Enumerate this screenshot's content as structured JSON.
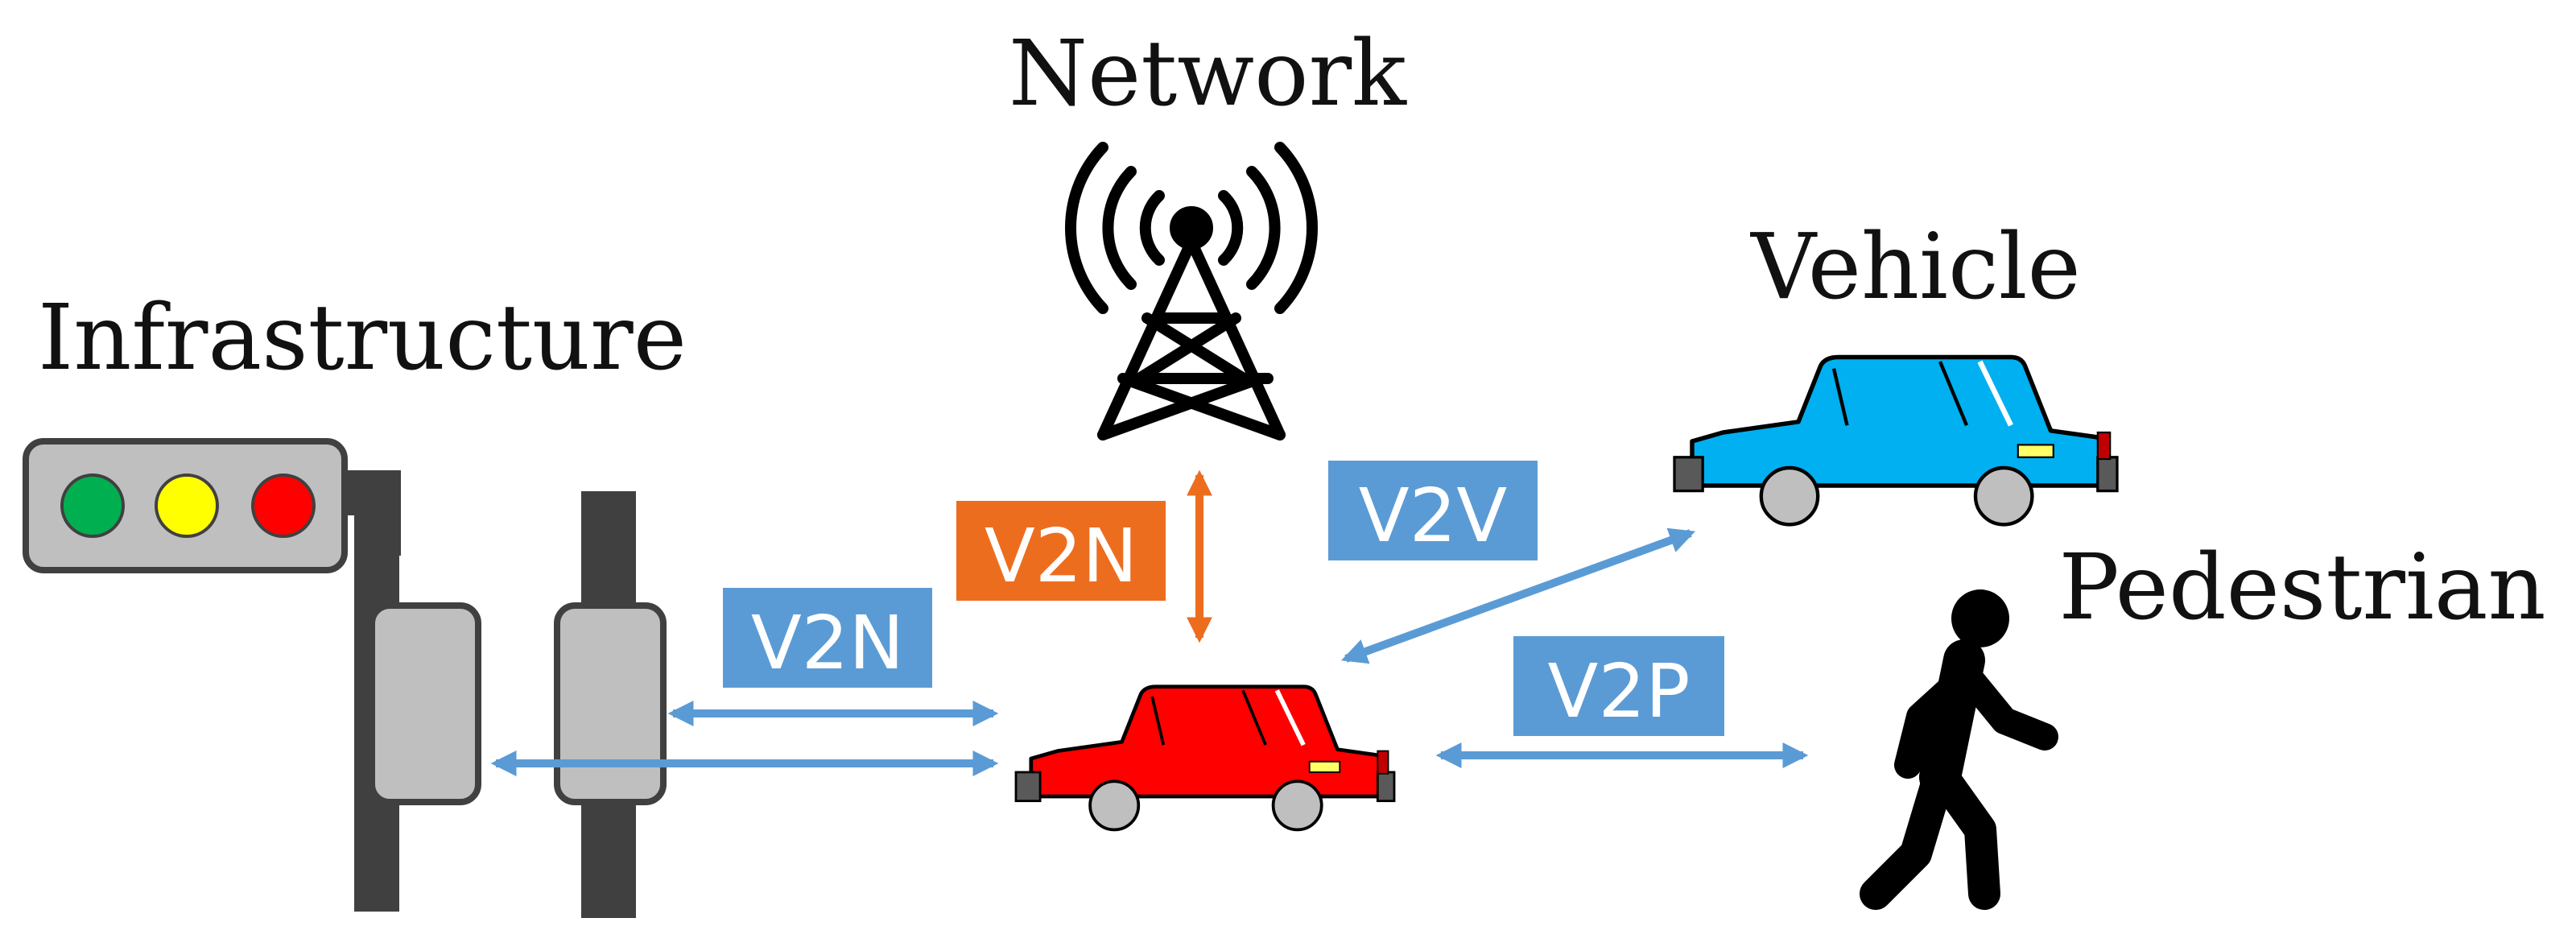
{
  "headings": {
    "network": "Network",
    "infrastructure": "Infrastructure",
    "vehicle": "Vehicle",
    "pedestrian": "Pedestrian"
  },
  "links": {
    "v2n_network": "V2N",
    "v2v": "V2V",
    "v2n_infrastructure": "V2N",
    "v2p": "V2P"
  },
  "icons": {
    "tower": "cell-tower-icon",
    "traffic_light": "traffic-light-icon",
    "roadside_unit": "roadside-unit-icon",
    "remote_vehicle": "blue-car-icon",
    "ego_vehicle": "red-car-icon",
    "pedestrian": "walking-person-icon"
  },
  "colors": {
    "infrastructure_link": "#5b9bd5",
    "network_link": "#ed6d1f",
    "ego_vehicle": "#ff0000",
    "remote_vehicle": "#00b0f0",
    "light_green": "#00b050",
    "light_yellow": "#ffff00",
    "light_red": "#ff0000",
    "pole": "#404040",
    "housing": "#bfbfbf"
  }
}
